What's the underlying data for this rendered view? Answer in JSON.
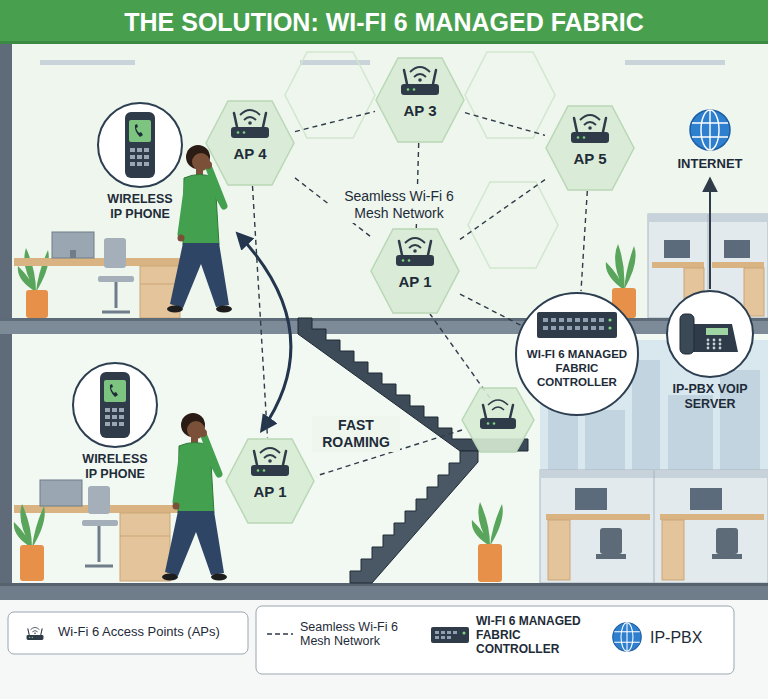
{
  "diagram": {
    "title": "THE SOLUTION: WI-FI 6 MANAGED FABRIC",
    "nodes": [
      {
        "text": [
          "WIRELESS IP PHONE"
        ]
      },
      {
        "text": [
          "AP 4"
        ]
      },
      {
        "text": [
          "AP 3"
        ]
      },
      {
        "text": [
          "AP 5"
        ]
      },
      {
        "text": [
          "AP 1"
        ]
      },
      {
        "text": [
          "INTERNET"
        ]
      },
      {
        "text": [
          "WI-FI 6 MANAGED FABRIC CONTROLLER"
        ]
      },
      {
        "text": [
          "IP-PBX VOIP SERVER"
        ]
      },
      {
        "text": [
          "WIRELESS IP PHONE"
        ]
      },
      {
        "text": [
          "AP 1"
        ]
      }
    ],
    "edges": [
      {
        "from": 1,
        "to": 2,
        "arrow": "none"
      },
      {
        "from": 2,
        "to": 3,
        "arrow": "none"
      },
      {
        "from": 1,
        "to": 4,
        "arrow": "none"
      },
      {
        "from": 2,
        "to": 4,
        "arrow": "none"
      },
      {
        "from": 3,
        "to": 4,
        "arrow": "none"
      },
      {
        "from": 4,
        "to": 6,
        "arrow": "none"
      },
      {
        "from": 3,
        "to": 6,
        "arrow": "none"
      },
      {
        "from": 1,
        "to": 9,
        "arrow": "none"
      },
      {
        "from": 7,
        "to": 5,
        "arrow": "to"
      }
    ],
    "labels": [
      "Seamless Wi-Fi 6 Mesh Network",
      "FAST ROAMING"
    ],
    "legend": [
      {
        "text": "Wi-Fi 6 Access Points (APs)"
      },
      {
        "text": "Seamless Wi-Fi 6 Mesh Network"
      },
      {
        "text": "WI-FI 6 MANAGED FABRIC CONTROLLER"
      },
      {
        "text": "IP-PBX"
      }
    ]
  }
}
